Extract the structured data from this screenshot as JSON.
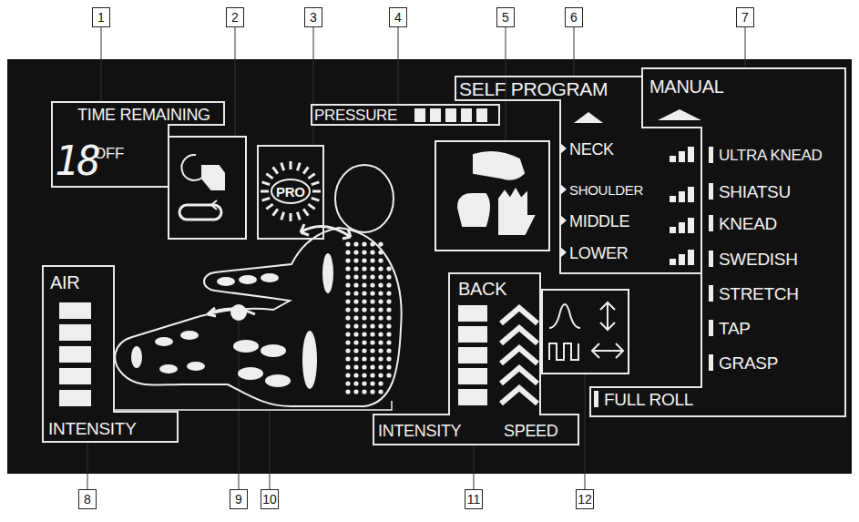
{
  "diagram": {
    "nodes": [
      {
        "text": [
          "TIME REMAINING",
          "18",
          "OFF"
        ]
      },
      {
        "text": [
          "PRESSURE"
        ]
      },
      {
        "text": [
          "PRO"
        ]
      },
      {
        "text": [
          "SELF PROGRAM",
          "NECK",
          "SHOULDER",
          "MIDDLE",
          "LOWER"
        ]
      },
      {
        "text": [
          "MANUAL",
          "ULTRA KNEAD",
          "SHIATSU",
          "KNEAD",
          "SWEDISH",
          "STRETCH",
          "TAP",
          "GRASP",
          "FULL ROLL"
        ]
      },
      {
        "text": [
          "AIR",
          "INTENSITY"
        ]
      },
      {
        "text": [
          "BACK",
          "INTENSITY",
          "SPEED"
        ]
      }
    ],
    "labels": [
      "1",
      "2",
      "3",
      "4",
      "5",
      "6",
      "7",
      "8",
      "9",
      "10",
      "11",
      "12"
    ]
  }
}
